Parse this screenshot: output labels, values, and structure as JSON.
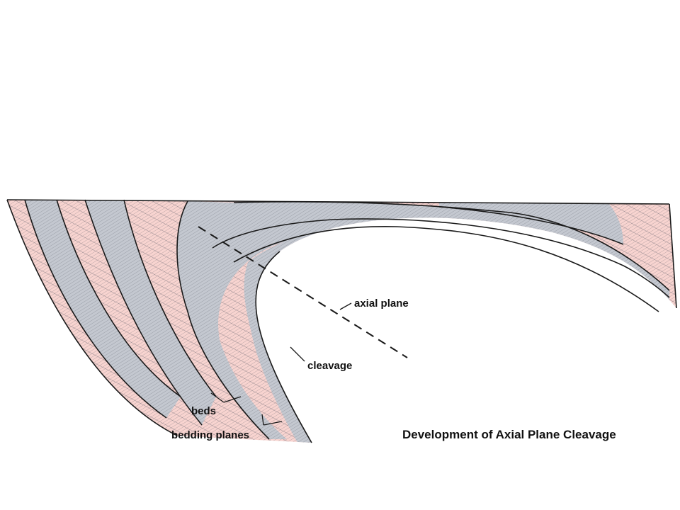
{
  "diagram": {
    "title": "Development of Axial Plane Cleavage",
    "labels": {
      "axial_plane": "axial plane",
      "cleavage": "cleavage",
      "beds": "beds",
      "bedding_planes": "bedding planes"
    }
  },
  "colors": {
    "pink_bed": "#f8d4d0",
    "grey_bed": "#b9bec8",
    "hatch": "#4a4f5a",
    "outline": "#1a1a1a",
    "label": "#111111"
  }
}
